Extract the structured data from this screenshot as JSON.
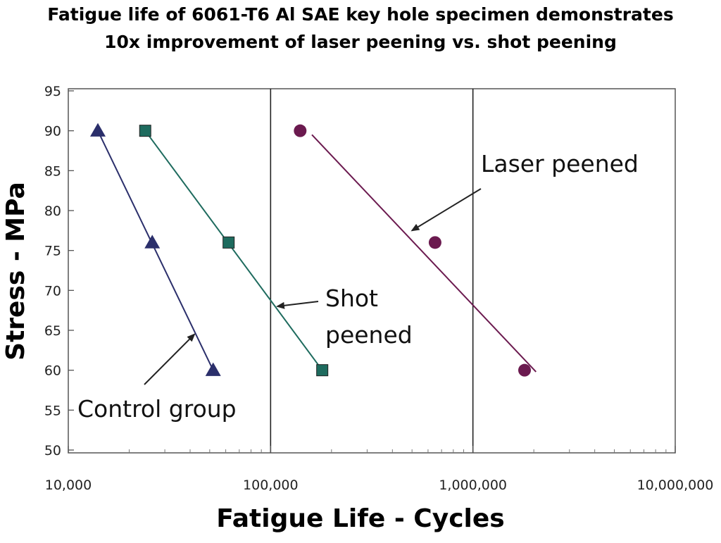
{
  "chart_data": {
    "type": "scatter",
    "title_lines": [
      "Fatigue life of 6061-T6 Al SAE key hole specimen demonstrates",
      "10x improvement of laser peening vs. shot peening"
    ],
    "xlabel": "Fatigue Life - Cycles",
    "ylabel": "Stress - MPa",
    "x_scale": "log",
    "xlim": [
      10000,
      10000000
    ],
    "ylim": [
      50,
      95
    ],
    "x_ticks": [
      10000,
      100000,
      1000000,
      10000000
    ],
    "x_tick_labels": [
      "10,000",
      "100,000",
      "1,000,000",
      "10,000,000"
    ],
    "y_ticks": [
      50,
      55,
      60,
      65,
      70,
      75,
      80,
      85,
      90,
      95
    ],
    "y_tick_labels": [
      "50",
      "55",
      "60",
      "65",
      "70",
      "75",
      "80",
      "85",
      "90",
      "95"
    ],
    "vertical_gridlines_at": [
      100000,
      1000000
    ],
    "series": [
      {
        "marker": "triangle",
        "color": "#2b2f6b",
        "points": [
          {
            "x": 14000,
            "y": 90
          },
          {
            "x": 26000,
            "y": 76
          },
          {
            "x": 52000,
            "y": 60
          }
        ],
        "trend_line": [
          {
            "x": 14000,
            "y": 90
          },
          {
            "x": 52000,
            "y": 60
          }
        ]
      },
      {
        "marker": "square",
        "color": "#1e6b5e",
        "points": [
          {
            "x": 24000,
            "y": 90
          },
          {
            "x": 62000,
            "y": 76
          },
          {
            "x": 180000,
            "y": 60
          }
        ],
        "trend_line": [
          {
            "x": 24000,
            "y": 90
          },
          {
            "x": 180000,
            "y": 60
          }
        ]
      },
      {
        "marker": "circle",
        "color": "#6b1a4f",
        "points": [
          {
            "x": 140000,
            "y": 90
          },
          {
            "x": 650000,
            "y": 76
          },
          {
            "x": 1800000,
            "y": 60
          }
        ],
        "trend_line": [
          {
            "x": 160000,
            "y": 89.5
          },
          {
            "x": 2050000,
            "y": 59.8
          }
        ]
      }
    ],
    "annotations": [
      {
        "lines": [
          "Laser peened"
        ],
        "arrow_to": {
          "x": 500000,
          "y": 77.5
        }
      },
      {
        "lines": [
          "Shot",
          "peened"
        ],
        "arrow_to": {
          "x": 108000,
          "y": 68
        }
      },
      {
        "lines": [
          "Control group"
        ],
        "arrow_to": {
          "x": 42000,
          "y": 64.5
        }
      }
    ]
  }
}
